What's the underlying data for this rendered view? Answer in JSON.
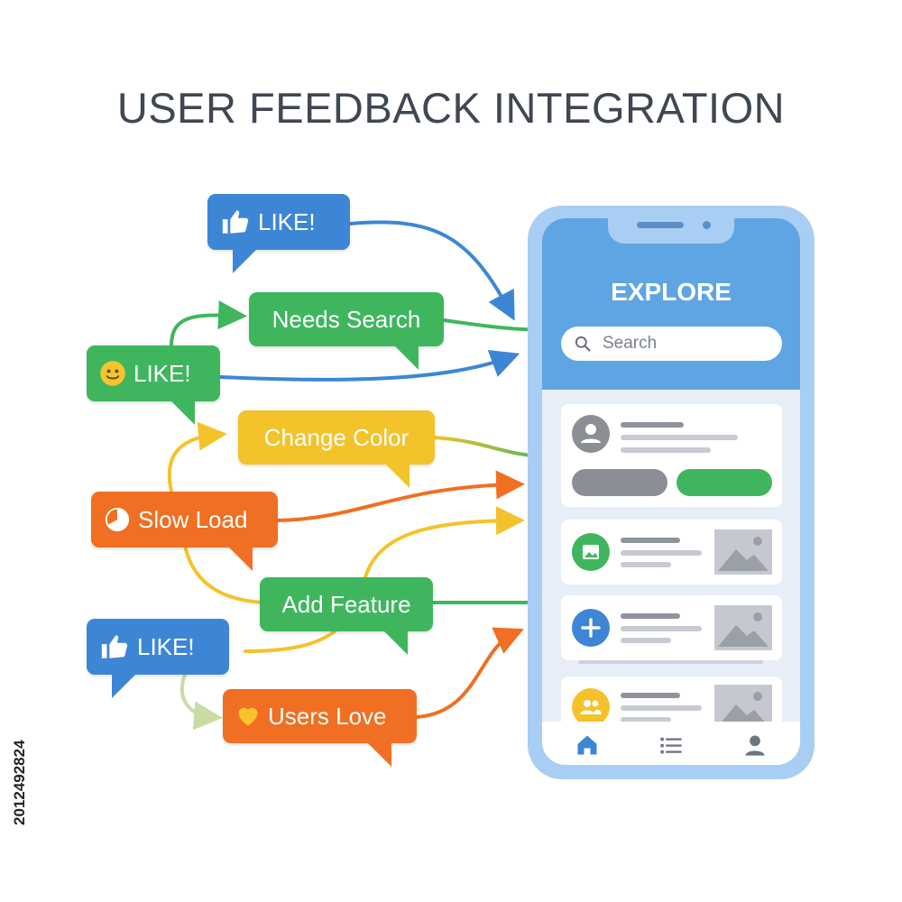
{
  "title": "USER FEEDBACK INTEGRATION",
  "stock_id": "2012492824",
  "feedback": [
    {
      "id": "like-1",
      "label": "LIKE!",
      "icon": "thumbs-up-icon",
      "color": "#3d86d6"
    },
    {
      "id": "needs-search",
      "label": "Needs Search",
      "color": "#3fb65e"
    },
    {
      "id": "like-2",
      "label": "LIKE!",
      "icon": "smiley-icon",
      "color": "#3fb65e"
    },
    {
      "id": "change-color",
      "label": "Change Color",
      "color": "#f4c22a"
    },
    {
      "id": "slow-load",
      "label": "Slow Load",
      "icon": "pie-clock-icon",
      "color": "#f06f22"
    },
    {
      "id": "add-feature",
      "label": "Add Feature",
      "color": "#3fb65e"
    },
    {
      "id": "like-3",
      "label": "LIKE!",
      "icon": "thumbs-up-icon",
      "color": "#3d86d6"
    },
    {
      "id": "users-love",
      "label": "Users Love",
      "icon": "heart-icon",
      "color": "#f06f22"
    }
  ],
  "phone": {
    "app_title": "EXPLORE",
    "search_placeholder": "Search",
    "tabs": [
      "home-icon",
      "list-icon",
      "profile-icon"
    ],
    "accent": "#5fa5e3"
  }
}
